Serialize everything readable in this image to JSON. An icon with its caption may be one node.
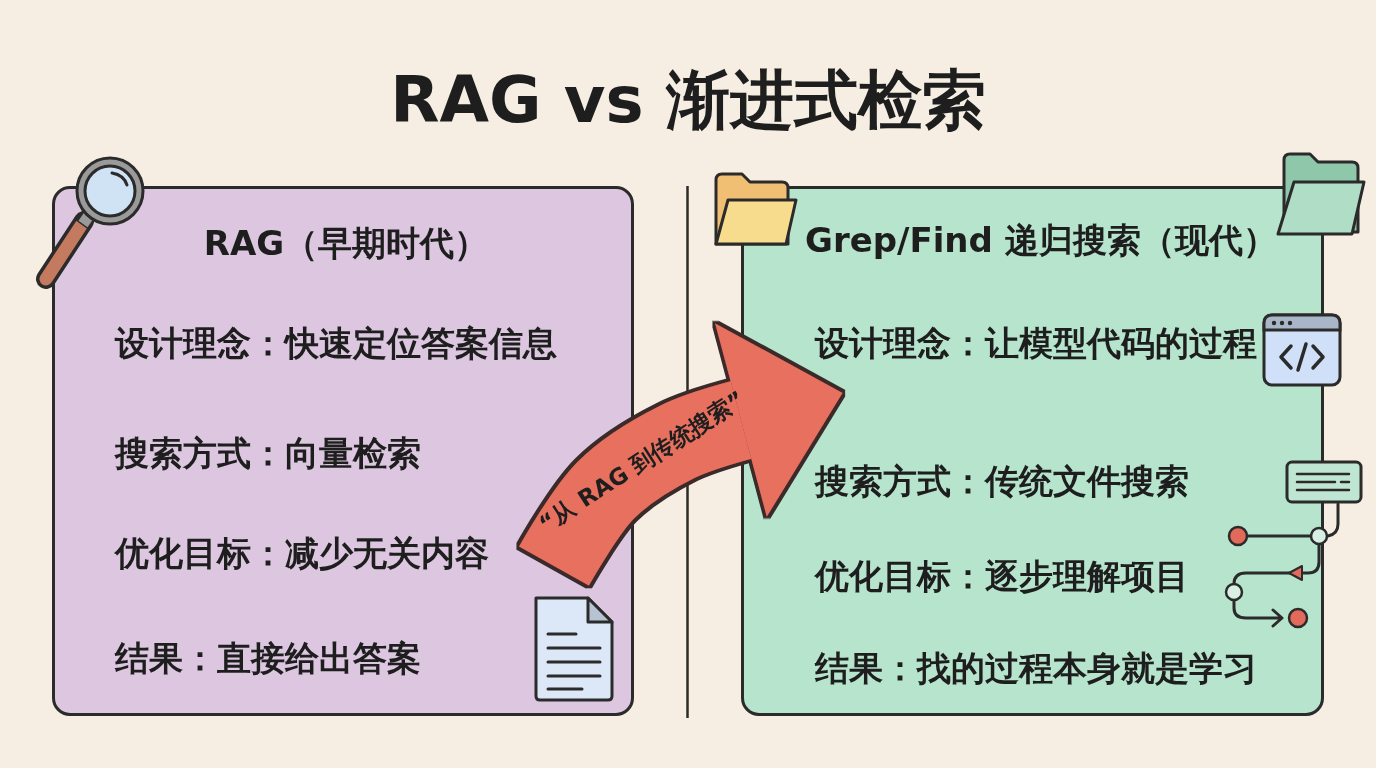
{
  "diagram": {
    "title": "RAG vs 渐进式检索",
    "nodes": [
      {
        "text": [
          "RAG（早期时代）",
          "设计理念：快速定位答案信息",
          "搜索方式：向量检索",
          "优化目标：减少无关内容",
          "结果：直接给出答案"
        ]
      },
      {
        "text": [
          "Grep/Find 递归搜索（现代）",
          "设计理念：让模型代码的过程",
          "搜索方式：传统文件搜索",
          "优化目标：逐步理解项目",
          "结果：找的过程本身就是学习"
        ]
      }
    ],
    "edges": [
      {
        "from": 0,
        "to": 1,
        "arrow": "to",
        "label": "“从 RAG 到传统搜索”",
        "color": "#e8705f"
      }
    ]
  }
}
